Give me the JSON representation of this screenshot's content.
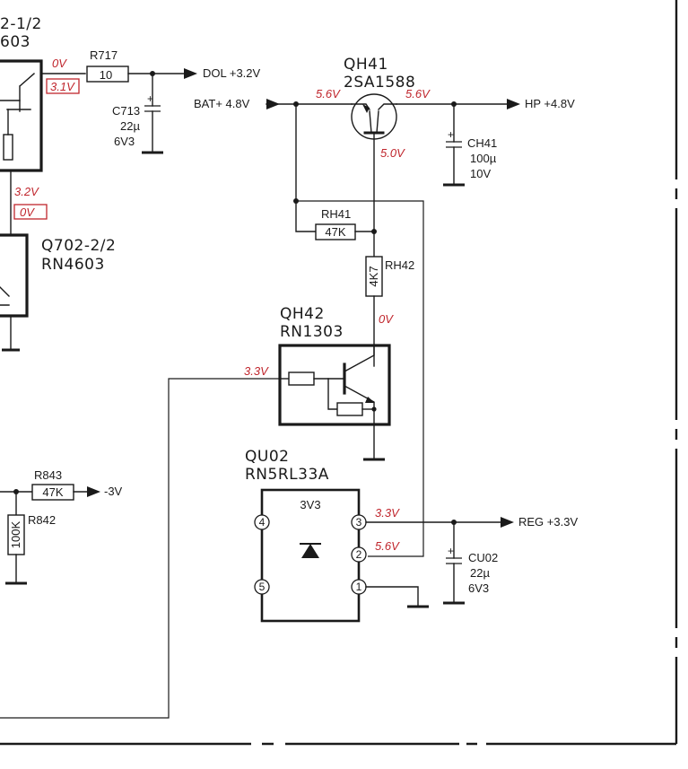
{
  "left_partial": {
    "q702_1_ref": "2-1/2",
    "q702_1_part": "603",
    "q702_2_ref": "Q702-2/2",
    "q702_2_part": "RN4603"
  },
  "r717": {
    "ref": "R717",
    "value": "10"
  },
  "c713": {
    "ref": "C713",
    "value": "22µ",
    "voltage": "6V3"
  },
  "dol": {
    "label": "DOL +3.2V"
  },
  "bat": {
    "label": "BAT+ 4.8V"
  },
  "qh41": {
    "ref": "QH41",
    "part": "2SA1588"
  },
  "hp": {
    "label": "HP +4.8V"
  },
  "ch41": {
    "ref": "CH41",
    "value": "100µ",
    "voltage": "10V"
  },
  "rh41": {
    "ref": "RH41",
    "value": "47K"
  },
  "rh42": {
    "ref": "RH42",
    "value": "4K7"
  },
  "qh42": {
    "ref": "QH42",
    "part": "RN1303"
  },
  "r843": {
    "ref": "R843",
    "value": "47K",
    "net": "-3V"
  },
  "r842": {
    "ref": "R842",
    "value": "100K"
  },
  "qu02": {
    "ref": "QU02",
    "part": "RN5RL33A",
    "inner_label": "3V3",
    "pins": [
      "4",
      "5",
      "3",
      "2",
      "1"
    ]
  },
  "reg": {
    "label": "REG +3.3V"
  },
  "cu02": {
    "ref": "CU02",
    "value": "22µ",
    "voltage": "6V3"
  },
  "voltages": {
    "q702_out_plain": "0V",
    "q702_out_boxed": "3.1V",
    "q702_mid_plain": "3.2V",
    "q702_mid_boxed": "0V",
    "qh41_emitter": "5.6V",
    "qh41_collector": "5.6V",
    "qh41_base": "5.0V",
    "qh42_collector": "0V",
    "qh42_base": "3.3V",
    "qu02_pin3": "3.3V",
    "qu02_pin2": "5.6V"
  },
  "colors": {
    "ink": "#1a1a1a",
    "voltage_annotation": "#c0262d",
    "paper": "#ffffff"
  }
}
